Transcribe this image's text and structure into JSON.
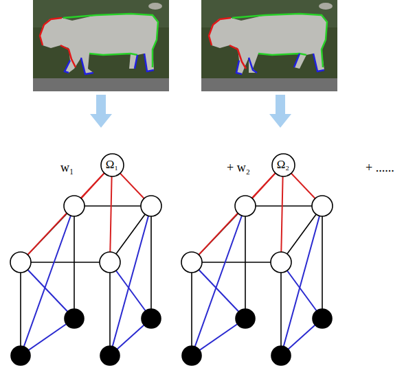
{
  "diagram": {
    "nodes": [
      {
        "text": [
          "Ω₁"
        ]
      },
      {
        "text": [
          "Ω₂"
        ]
      }
    ],
    "labels": [
      "w₁",
      "+ w₂",
      "+ ......"
    ]
  }
}
